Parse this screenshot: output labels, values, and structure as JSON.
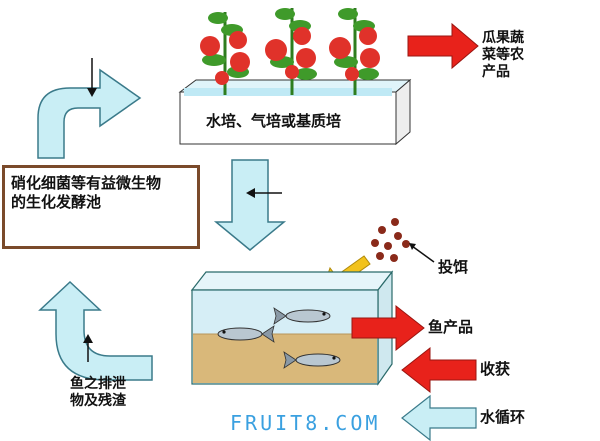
{
  "labels": {
    "produce": [
      "瓜果蔬",
      "菜等农",
      "产品"
    ],
    "cultivation": "水培、气培或基质培",
    "biofilter": [
      "硝化细菌等有益微生物",
      "的生化发酵池"
    ],
    "feeding": "投饵",
    "fish_product": "鱼产品",
    "harvest": "收获",
    "water_cycle": "水循环",
    "fish_waste": [
      "鱼之排泄",
      "物及残渣"
    ]
  },
  "watermark": "FRUIT8.COM",
  "colors": {
    "red_arrow": "#e8221b",
    "light_arrow": "#c9eef5",
    "arrow_outline": "#3a7a8a",
    "yellow_arrow": "#f2c21c",
    "box_border": "#7a4a2a",
    "tank_water": "#d6eef6",
    "gravel": "#d9b87a",
    "watermark": "#3aa0e0"
  }
}
